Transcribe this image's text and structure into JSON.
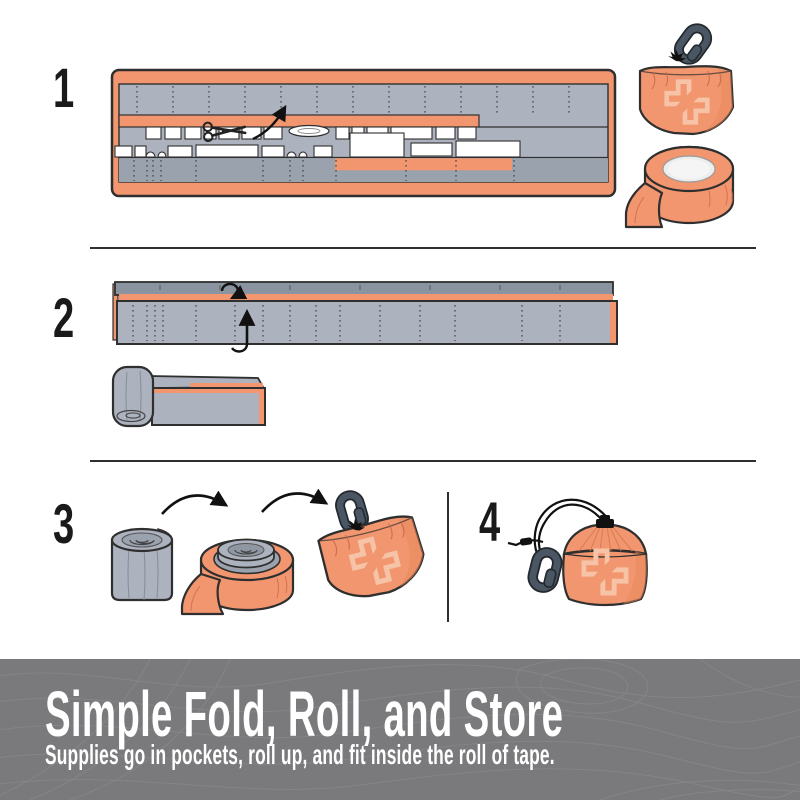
{
  "steps": [
    {
      "number": "1",
      "icons": [
        "unrolled-organizer",
        "scissors-icon",
        "insert-arrow-icon",
        "pouch-with-carabiner-icon",
        "tape-roll-icon"
      ]
    },
    {
      "number": "2",
      "icons": [
        "folded-organizer",
        "fold-down-arrow-icon",
        "fold-up-arrow-icon",
        "partially-rolled-organizer-icon"
      ]
    },
    {
      "number": "3",
      "icons": [
        "rolled-organizer-icon",
        "roll-arrow-icon",
        "organizer-inside-tape-roll-icon",
        "tilted-pouch-with-carabiner-icon"
      ]
    },
    {
      "number": "4",
      "icons": [
        "drawstring-pouch-with-carabiner-icon"
      ]
    }
  ],
  "banner": {
    "title": "Simple Fold, Roll, and Store",
    "subtitle": "Supplies go in pockets, roll up, and fit inside the roll of tape."
  },
  "colors": {
    "orange": "#F2966F",
    "orange_shade": "#E8875C",
    "logo_tint": "#F6C3A6",
    "organizer_gray": "#ADB3BE",
    "organizer_gray_dark": "#9AA2AE",
    "outline": "#2F2F2F",
    "carabiner_gray": "#4A5663",
    "banner_background": "#7A7A7C",
    "contour_line": "#8E8E90",
    "text_white": "#FFFFFF",
    "step_number_black": "#1A1A1A"
  }
}
